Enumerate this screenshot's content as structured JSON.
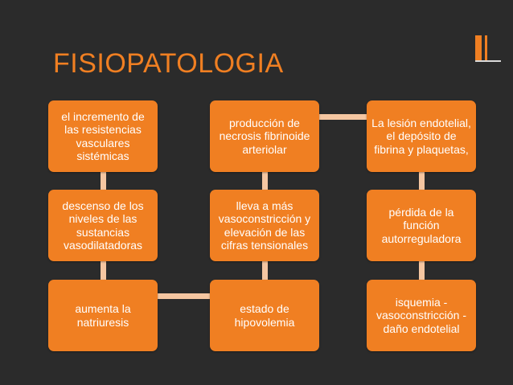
{
  "title": "FISIOPATOLOGIA",
  "colors": {
    "background": "#2b2b2b",
    "accent": "#f07f22",
    "connector": "#f5c6a1"
  },
  "boxes": [
    {
      "text": "el incremento de las resistencias vasculares sistémicas"
    },
    {
      "text": "descenso de los niveles de las sustancias vasodilatadoras"
    },
    {
      "text": "aumenta la natriuresis"
    },
    {
      "text": "estado de hipovolemia"
    },
    {
      "text": "lleva a más vasoconstricción y elevación de las cifras tensionales"
    },
    {
      "text": "producción de necrosis fibrinoide arteriolar"
    },
    {
      "text": "La lesión endotelial, el depósito de fibrina y plaquetas,"
    },
    {
      "text": "pérdida de la función autorreguladora"
    },
    {
      "text": "isquemia - vasoconstricción - daño endotelial"
    }
  ]
}
